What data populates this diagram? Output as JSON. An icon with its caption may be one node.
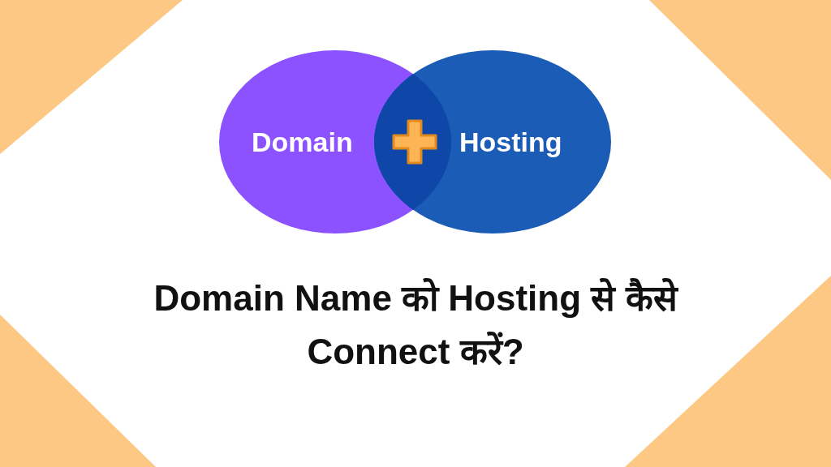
{
  "diagram": {
    "title": "Domain Name को Hosting से कैसे Connect करें?",
    "nodes": [
      {
        "text": [
          "Domain"
        ]
      },
      {
        "text": [
          "Hosting"
        ]
      }
    ]
  }
}
